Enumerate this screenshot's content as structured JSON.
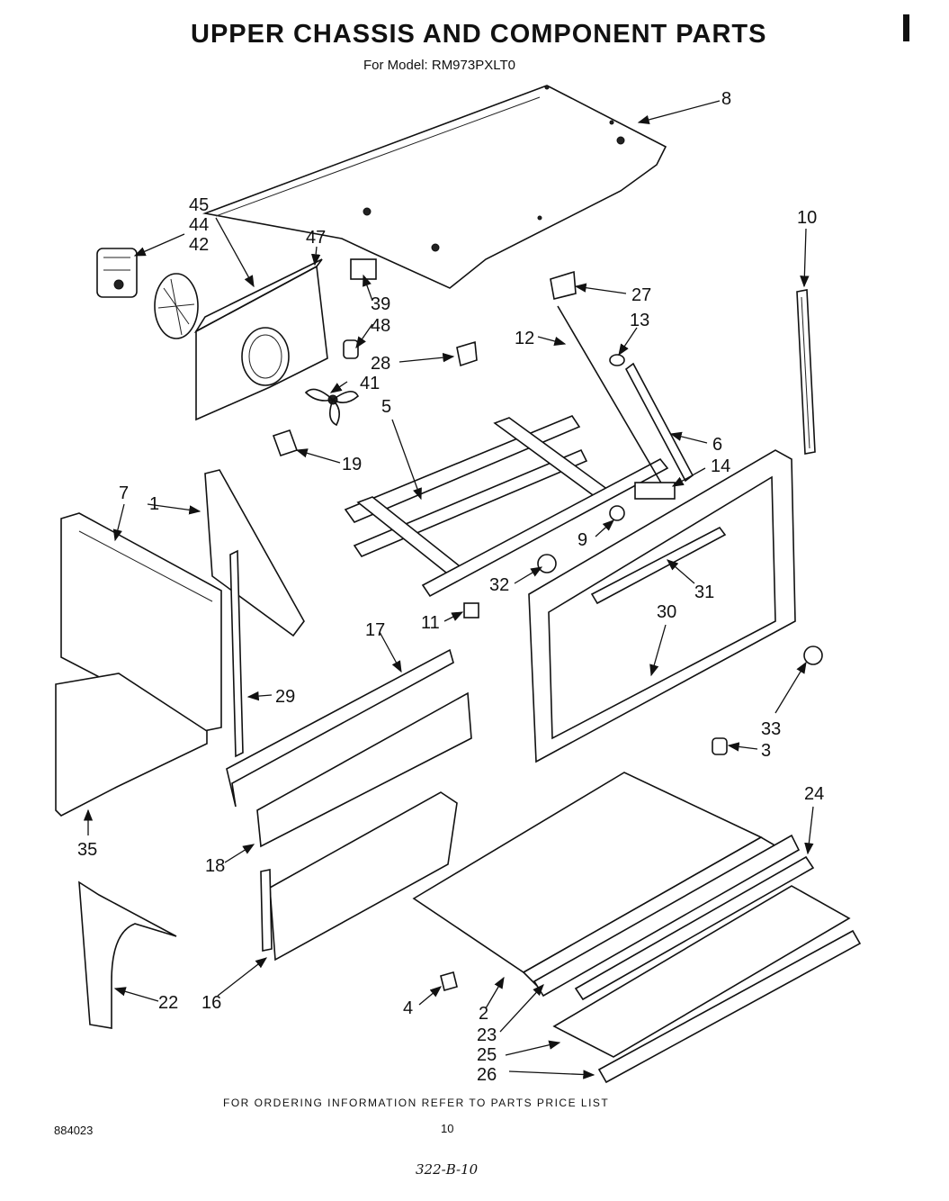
{
  "header": {
    "title": "UPPER CHASSIS AND COMPONENT PARTS",
    "subtitle": "For Model: RM973PXLT0"
  },
  "footer": {
    "ordering_note": "FOR ORDERING INFORMATION REFER TO PARTS PRICE LIST",
    "document_number": "884023",
    "page_number": "10",
    "handwritten_note": "322-B-10"
  },
  "callouts": {
    "c1": "1",
    "c2": "2",
    "c3": "3",
    "c4": "4",
    "c5": "5",
    "c6": "6",
    "c7": "7",
    "c8": "8",
    "c9": "9",
    "c10": "10",
    "c11": "11",
    "c12": "12",
    "c13": "13",
    "c14": "14",
    "c16": "16",
    "c17": "17",
    "c18": "18",
    "c19": "19",
    "c22": "22",
    "c23": "23",
    "c24": "24",
    "c25": "25",
    "c26": "26",
    "c27": "27",
    "c28": "28",
    "c29": "29",
    "c30": "30",
    "c31": "31",
    "c32": "32",
    "c33": "33",
    "c35": "35",
    "c39": "39",
    "c41": "41",
    "c42": "42",
    "c44": "44",
    "c45": "45",
    "c47": "47",
    "c48": "48"
  }
}
